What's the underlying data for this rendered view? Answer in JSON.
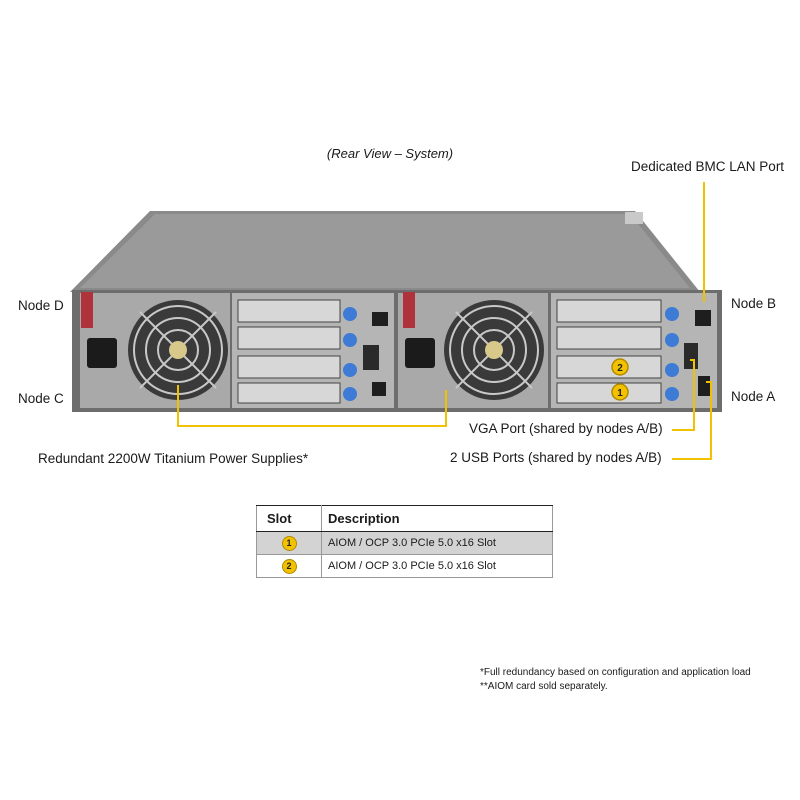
{
  "caption": "(Rear View – System)",
  "callouts": {
    "bmc": "Dedicated BMC LAN Port",
    "node_d": "Node D",
    "node_b": "Node B",
    "node_c": "Node C",
    "node_a": "Node A",
    "psu": "Redundant  2200W Titanium  Power Supplies*",
    "vga": "VGA Port (shared by nodes A/B)",
    "usb": "2 USB Ports (shared by nodes A/B)"
  },
  "markers": {
    "slot1": "1",
    "slot2": "2"
  },
  "slot_table": {
    "headers": [
      "Slot",
      "Description"
    ],
    "rows": [
      {
        "slot": "1",
        "description": "AIOM / OCP 3.0 PCIe  5.0 x16 Slot"
      },
      {
        "slot": "2",
        "description": "AIOM / OCP 3.0 PCIe  5.0 x16 Slot"
      }
    ]
  },
  "footnotes": [
    "*Full redundancy  based on configuration  and application load",
    "**AIOM card sold separately."
  ],
  "colors": {
    "accent": "#f2c200",
    "chassis": "#7d7d7d",
    "panel": "#b8b8b8",
    "row_shade": "#d3d3d3"
  }
}
